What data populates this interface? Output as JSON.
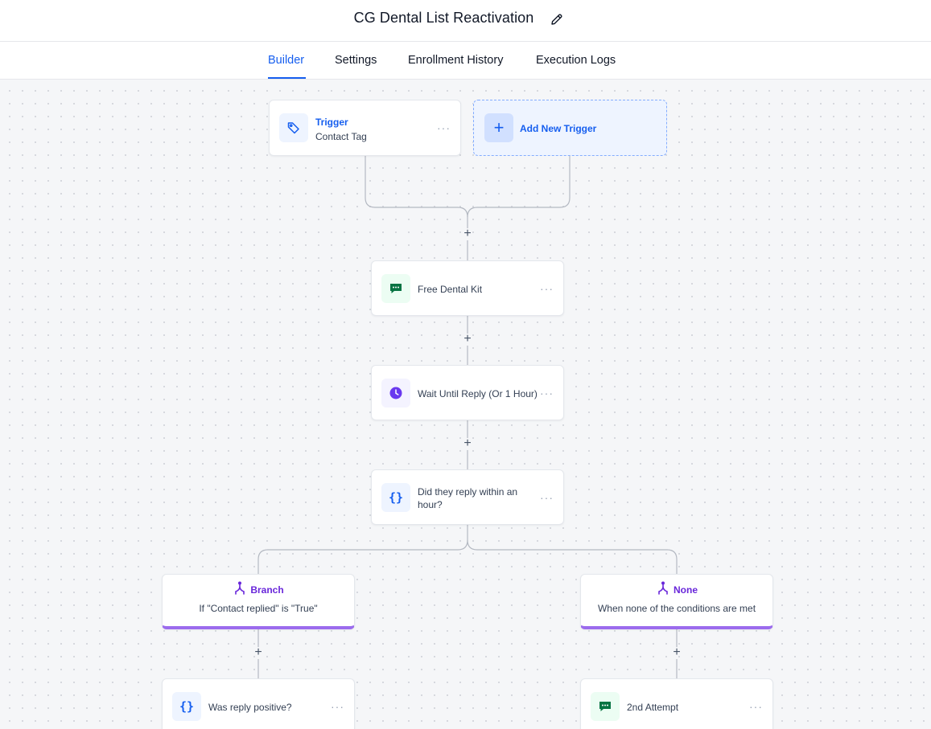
{
  "header": {
    "title": "CG Dental List Reactivation",
    "edit_icon": "pencil-icon"
  },
  "tabs": [
    {
      "label": "Builder",
      "active": true
    },
    {
      "label": "Settings",
      "active": false
    },
    {
      "label": "Enrollment History",
      "active": false
    },
    {
      "label": "Execution Logs",
      "active": false
    }
  ],
  "trigger": {
    "title": "Trigger",
    "subtitle": "Contact Tag",
    "icon": "tag-icon"
  },
  "add_trigger": {
    "label": "Add New Trigger",
    "icon": "plus-icon"
  },
  "actions": {
    "free_dental_kit": {
      "label": "Free Dental Kit",
      "icon": "sms-message-icon"
    },
    "wait_until_reply": {
      "label": "Wait Until Reply (Or 1 Hour)",
      "icon": "clock-icon"
    },
    "did_they_reply": {
      "label_line1": "Did they reply within an",
      "label_line2": "hour?",
      "icon": "curly-braces-icon"
    },
    "was_reply_positive": {
      "label": "Was reply positive?",
      "icon": "curly-braces-icon"
    },
    "second_attempt": {
      "label": "2nd Attempt",
      "icon": "sms-message-icon"
    }
  },
  "branches": {
    "branch": {
      "title": "Branch",
      "condition": "If \"Contact replied\" is \"True\"",
      "icon": "branch-fork-icon"
    },
    "none": {
      "title": "None",
      "condition": "When none of the conditions are met",
      "icon": "branch-fork-icon"
    }
  },
  "more_label": "···",
  "plus_label": "+",
  "colors": {
    "accent": "#155eef",
    "branch_purple": "#6927da",
    "branch_border": "#9b6bed",
    "sms_green": "#087443",
    "wait_purple": "#6938ef"
  }
}
